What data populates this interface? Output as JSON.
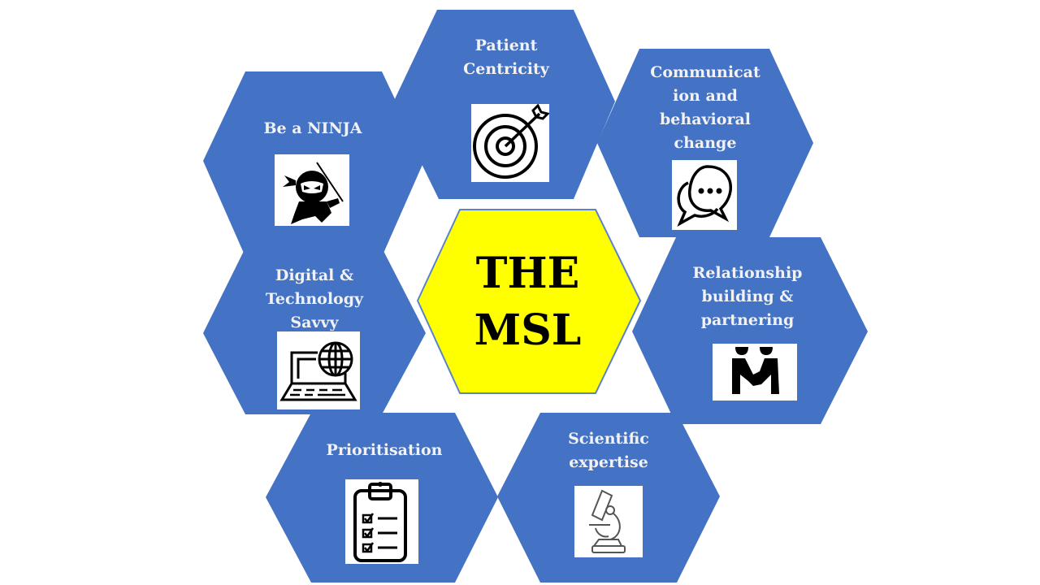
{
  "title": "THE MSL",
  "colors": {
    "hex_fill": "#4472c4",
    "center_fill": "#ffff00",
    "center_stroke": "#5b84c8",
    "label_text": "#f2f2f2",
    "center_text": "#000000",
    "background": "#ffffff"
  },
  "center": {
    "lines": [
      "THE",
      "MSL"
    ]
  },
  "hexagons": [
    {
      "id": "patient-centricity",
      "lines": [
        "Patient",
        "Centricity"
      ],
      "icon": "target-icon"
    },
    {
      "id": "be-a-ninja",
      "lines": [
        "Be a NINJA"
      ],
      "icon": "ninja-icon"
    },
    {
      "id": "communication",
      "lines": [
        "Communicat",
        "ion and",
        "behavioral",
        "change"
      ],
      "icon": "speech-bubbles-icon"
    },
    {
      "id": "digital-technology",
      "lines": [
        "Digital &",
        "Technology",
        "Savvy"
      ],
      "icon": "laptop-globe-icon"
    },
    {
      "id": "relationship-building",
      "lines": [
        "Relationship",
        "building &",
        "partnering"
      ],
      "icon": "handshake-icon"
    },
    {
      "id": "prioritisation",
      "lines": [
        "Prioritisation"
      ],
      "icon": "clipboard-checklist-icon"
    },
    {
      "id": "scientific-expertise",
      "lines": [
        "Scientific",
        "expertise"
      ],
      "icon": "microscope-icon"
    }
  ]
}
